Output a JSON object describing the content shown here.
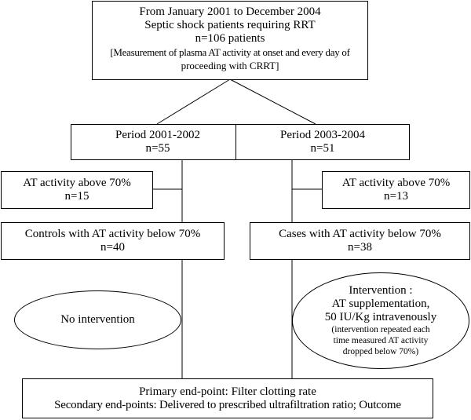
{
  "top_box": {
    "line1": "From January 2001 to December 2004",
    "line2": "Septic shock patients requiring RRT",
    "line3": "n=106 patients",
    "line4": "[Measurement of plasma AT activity at onset and every day of",
    "line5": "proceeding with CRRT]"
  },
  "period_left": {
    "label": "Period 2001-2002",
    "n": "n=55"
  },
  "period_right": {
    "label": "Period 2003-2004",
    "n": "n=51"
  },
  "above_left": {
    "label": "AT activity above 70%",
    "n": "n=15"
  },
  "above_right": {
    "label": "AT activity above 70%",
    "n": "n=13"
  },
  "controls": {
    "label": "Controls with AT activity below 70%",
    "n": "n=40"
  },
  "cases": {
    "label": "Cases with AT activity below 70%",
    "n": "n=38"
  },
  "no_intervention": {
    "label": "No intervention"
  },
  "intervention": {
    "line1": "Intervention :",
    "line2": "AT supplementation,",
    "line3": "50 IU/Kg intravenously",
    "line4": "(intervention repeated each",
    "line5": "time measured AT activity",
    "line6": "dropped below 70%)"
  },
  "endpoints": {
    "line1": "Primary end-point: Filter clotting rate",
    "line2": "Secondary end-points: Delivered to prescribed ultrafiltration ratio; Outcome"
  }
}
